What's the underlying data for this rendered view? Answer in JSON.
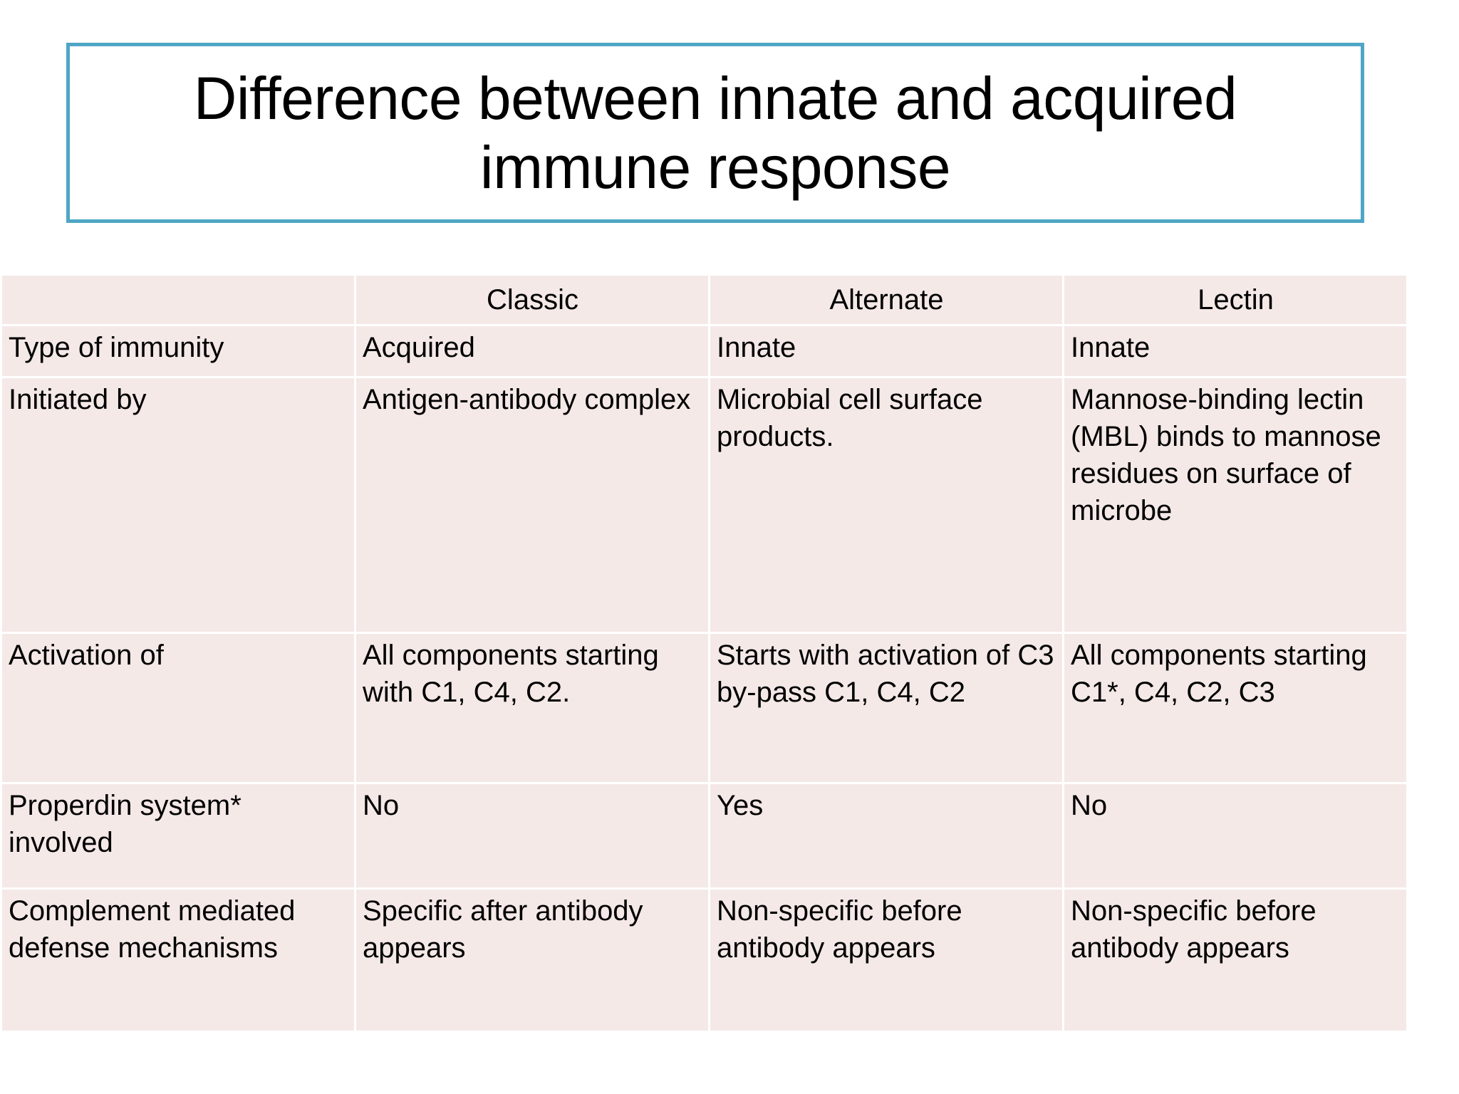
{
  "slide": {
    "title": "Difference between innate and acquired\nimmune response",
    "title_border_color": "#4EA6C4",
    "table_cell_color": "#F4E9E7",
    "background_color": "#FFFFFF"
  },
  "table": {
    "columns": [
      "",
      "Classic",
      "Alternate",
      "Lectin"
    ],
    "rows": [
      {
        "label": "Type of immunity",
        "classic": "Acquired",
        "alternate": "Innate",
        "lectin": "Innate"
      },
      {
        "label": "Initiated by",
        "classic": "Antigen-antibody complex",
        "alternate": "Microbial cell surface products.",
        "lectin": "Mannose-binding lectin (MBL) binds to mannose residues on surface of microbe"
      },
      {
        "label": "Activation of",
        "classic": "All components starting with C1, C4, C2.",
        "alternate": "Starts with activation of C3 by-pass C1, C4, C2",
        "lectin": "All components starting C1*, C4, C2, C3"
      },
      {
        "label": "Properdin system* involved",
        "classic": "No",
        "alternate": "Yes",
        "lectin": "No"
      },
      {
        "label": "Complement mediated defense mechanisms",
        "classic": "Specific after antibody appears",
        "alternate": "Non-specific before antibody appears",
        "lectin": "Non-specific before antibody appears"
      }
    ]
  }
}
